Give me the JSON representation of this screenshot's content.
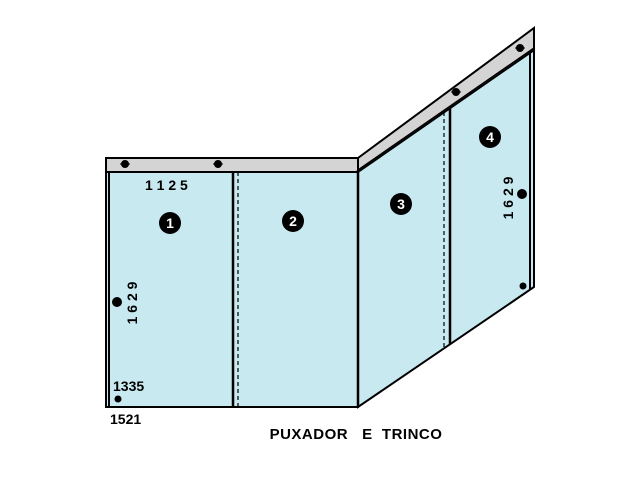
{
  "colors": {
    "glass": "#c7e9ef",
    "frame": "#d4d4d4",
    "outline": "#000000",
    "background": "#ffffff"
  },
  "labels": {
    "top_width": "1 1 2 5",
    "left_height": "1 6 2 9",
    "right_height": "1 6 2 9",
    "inner_height": "1335",
    "bottom_width": "1521"
  },
  "panels": [
    {
      "number": "1"
    },
    {
      "number": "2"
    },
    {
      "number": "3"
    },
    {
      "number": "4"
    }
  ],
  "caption": "PUXADOR   E  TRINCO"
}
